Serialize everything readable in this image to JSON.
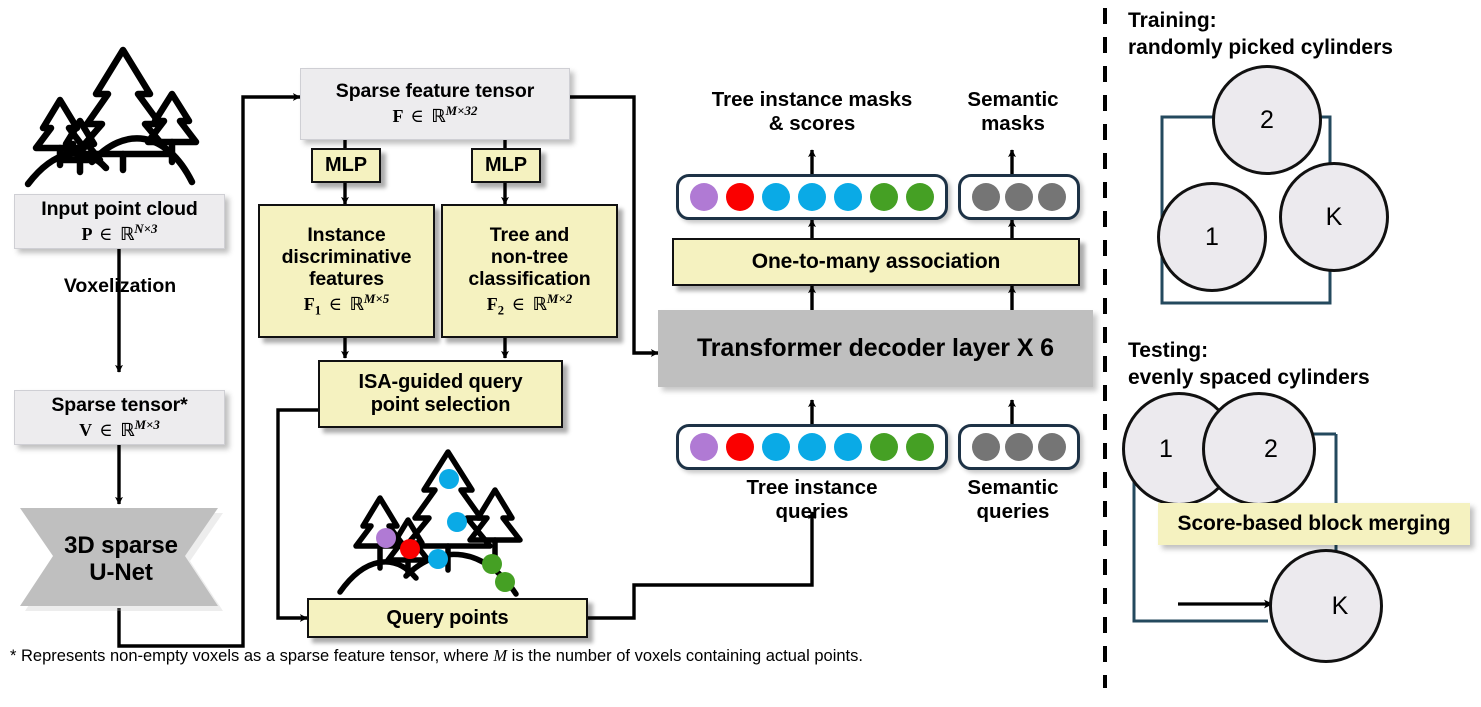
{
  "colors": {
    "yellow_fill": "#f5f2c0",
    "gray_fill": "#edecee",
    "dark_gray_fill": "#bfbfbf",
    "token_border": "#1d3246",
    "purple_dot": "#b07ad4",
    "red_dot": "#fa0000",
    "blue_dot": "#0aaae6",
    "green_dot": "#45a024",
    "gray_dot": "#757575",
    "line": "#000000",
    "right_line": "#24495e"
  },
  "left_column": {
    "forest_icon": "forest-trees-icon",
    "input_point_cloud": {
      "title": "Input point cloud",
      "math_var": "P",
      "math_rel": "∈",
      "math_set": "ℝ",
      "math_sup": "N×3"
    },
    "voxelization_label": "Voxelization",
    "sparse_tensor": {
      "title": "Sparse tensor*",
      "math_var": "V",
      "math_rel": "∈",
      "math_set": "ℝ",
      "math_sup": "M×3"
    },
    "unet": {
      "line1": "3D sparse",
      "line2": "U-Net"
    }
  },
  "middle_column": {
    "sparse_feature_tensor": {
      "title": "Sparse feature tensor",
      "math_var": "F",
      "math_rel": "∈",
      "math_set": "ℝ",
      "math_sup": "M×32"
    },
    "mlp_left": "MLP",
    "mlp_right": "MLP",
    "instance_features": {
      "line1": "Instance",
      "line2": "discriminative",
      "line3": "features",
      "math_var": "F",
      "math_sub": "1",
      "math_rel": "∈",
      "math_set": "ℝ",
      "math_sup": "M×5"
    },
    "tree_classification": {
      "line1": "Tree and",
      "line2": "non-tree",
      "line3": "classification",
      "math_var": "F",
      "math_sub": "2",
      "math_rel": "∈",
      "math_set": "ℝ",
      "math_sup": "M×2"
    },
    "isa_selection": {
      "line1": "ISA-guided query",
      "line2": "point selection"
    },
    "tree_scene_icon": "forest-trees-with-query-points-icon",
    "query_points": "Query points"
  },
  "right_flow": {
    "tree_instance_masks_label": {
      "line1": "Tree instance masks",
      "line2": "& scores"
    },
    "semantic_masks_label": {
      "line1": "Semantic",
      "line2": "masks"
    },
    "output_instance_tokens": [
      "purple",
      "red",
      "blue",
      "blue",
      "blue",
      "green",
      "green"
    ],
    "output_semantic_tokens": [
      "gray",
      "gray",
      "gray"
    ],
    "one_to_many": "One-to-many association",
    "transformer_decoder": "Transformer decoder layer X 6",
    "query_instance_tokens": [
      "purple",
      "red",
      "blue",
      "blue",
      "blue",
      "green",
      "green"
    ],
    "query_semantic_tokens": [
      "gray",
      "gray",
      "gray"
    ],
    "tree_instance_queries_label": {
      "line1": "Tree instance",
      "line2": "queries"
    },
    "semantic_queries_label": {
      "line1": "Semantic",
      "line2": "queries"
    }
  },
  "right_panel": {
    "training": {
      "title": "Training:\nrandomly picked cylinders",
      "circles": [
        {
          "label": "1"
        },
        {
          "label": "2"
        },
        {
          "label": "K"
        }
      ]
    },
    "testing": {
      "title": "Testing:\nevenly spaced cylinders",
      "circles": [
        {
          "label": "1"
        },
        {
          "label": "2"
        },
        {
          "label": "K"
        }
      ],
      "merge_box": "Score-based block merging"
    }
  },
  "footnote": {
    "prefix": "* Represents non-empty voxels as a sparse feature tensor, where ",
    "math": "M",
    "suffix": " is the number of voxels containing actual points."
  }
}
